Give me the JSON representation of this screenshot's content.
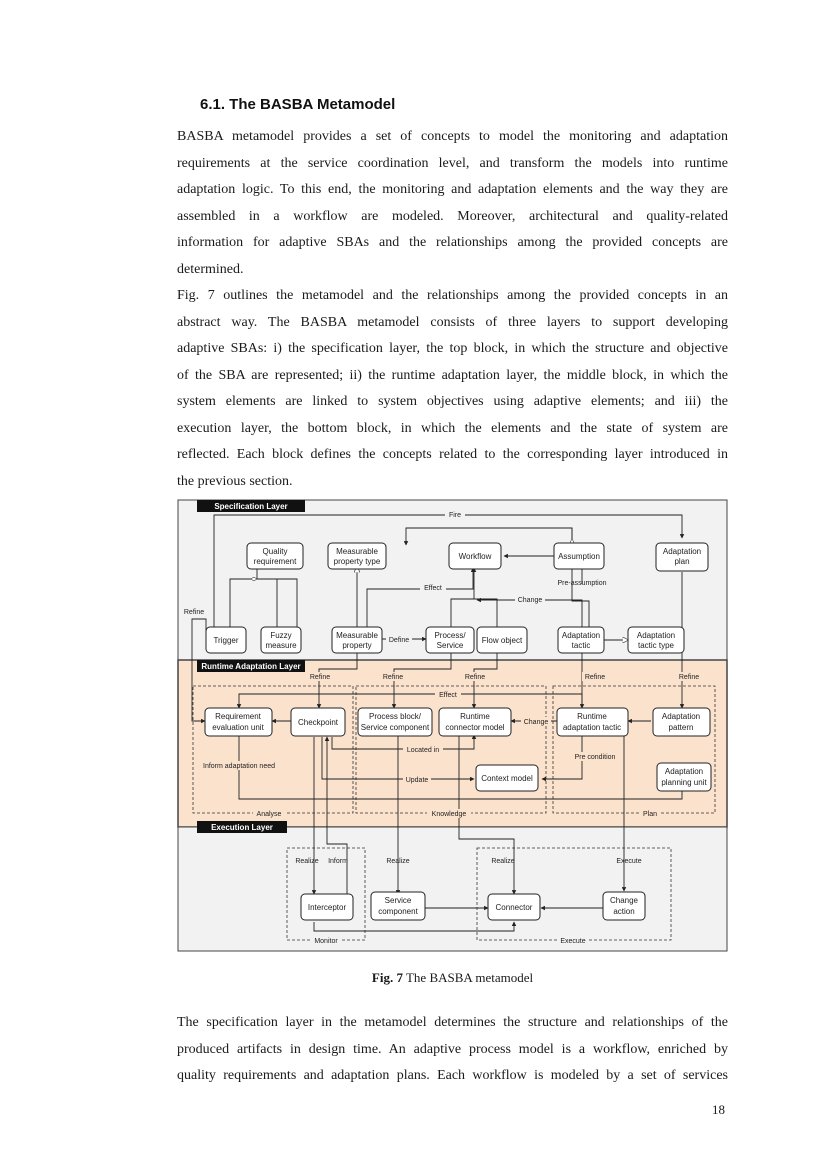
{
  "section": {
    "heading": "6.1. The BASBA Metamodel"
  },
  "paragraph1": [
    "BASBA metamodel provides a set of concepts to model the monitoring and adaptation",
    "requirements at the service coordination level, and transform the models into runtime",
    "adaptation logic. To this end, the monitoring and adaptation elements and the way they are",
    "assembled in a workflow are modeled. Moreover, architectural and quality-related",
    "information for adaptive SBAs and the relationships among the provided concepts are",
    "determined."
  ],
  "paragraph2": [
    "Fig. 7 outlines the metamodel and the relationships among the provided concepts in an",
    "abstract way. The BASBA metamodel consists of three layers to support developing",
    "adaptive SBAs: i) the specification layer, the top block, in which the structure and objective",
    "of the SBA are represented; ii) the runtime adaptation layer, the middle block, in which the",
    "system elements are linked to system objectives using adaptive elements; and iii) the",
    "execution layer, the bottom block, in which the elements and the state of system are",
    "reflected. Each block defines the concepts related to the corresponding layer introduced in",
    "the previous section."
  ],
  "figure": {
    "layers": {
      "spec": "Specification Layer",
      "runtime": "Runtime Adaptation Layer",
      "exec": "Execution Layer"
    },
    "nodes": {
      "quality_req": [
        "Quality",
        "requirement"
      ],
      "measurable_type": [
        "Measurable",
        "property type"
      ],
      "workflow": [
        "Workflow"
      ],
      "assumption": [
        "Assumption"
      ],
      "adaptation_plan": [
        "Adaptation",
        "plan"
      ],
      "trigger": [
        "Trigger"
      ],
      "fuzzy": [
        "Fuzzy",
        "measure"
      ],
      "measurable_prop": [
        "Measurable",
        "property"
      ],
      "process_service": [
        "Process/",
        "Service"
      ],
      "flow_object": [
        "Flow object"
      ],
      "adaptation_tactic": [
        "Adaptation",
        "tactic"
      ],
      "tactic_type": [
        "Adaptation",
        "tactic type"
      ],
      "req_eval": [
        "Requirement",
        "evaluation unit"
      ],
      "checkpoint": [
        "Checkpoint"
      ],
      "process_block": [
        "Process block/",
        "Service component"
      ],
      "runtime_connector": [
        "Runtime",
        "connector model"
      ],
      "runtime_tactic": [
        "Runtime",
        "adaptation tactic"
      ],
      "adaptation_pattern": [
        "Adaptation",
        "pattern"
      ],
      "context_model": [
        "Context model"
      ],
      "planning_unit": [
        "Adaptation",
        "planning unit"
      ],
      "interceptor": [
        "Interceptor"
      ],
      "service_component": [
        "Service",
        "component"
      ],
      "connector": [
        "Connector"
      ],
      "change_action": [
        "Change",
        "action"
      ]
    },
    "edge_labels": {
      "fire": "Fire",
      "refine_left": "Refine",
      "effect_top": "Effect",
      "change_top": "Change",
      "pre_assumption": "Pre-assumption",
      "define": "Define",
      "refine1": "Refine",
      "refine2": "Refine",
      "refine3": "Refine",
      "refine4": "Refine",
      "refine5": "Refine",
      "effect_mid": "Effect",
      "change_mid": "Change",
      "located_in": "Located in",
      "update": "Update",
      "pre_condition": "Pre condition",
      "inform_need": "Inform adaptation need",
      "analyse": "Analyse",
      "knowledge": "Knowledge",
      "plan": "Plan",
      "realize1": "Realize",
      "inform": "Inform",
      "realize2": "Realize",
      "realize3": "Realize",
      "execute": "Execute",
      "monitor": "Monitor",
      "execute_group": "Execute"
    },
    "caption_bold": "Fig. 7",
    "caption_text": " The BASBA metamodel"
  },
  "paragraph3": [
    "The specification layer in the metamodel determines the structure and relationships of the",
    "produced artifacts in design time. An adaptive process model is a workflow, enriched by",
    "quality requirements and adaptation plans. Each workflow is modeled by a set of services"
  ],
  "page_number": "18",
  "colors": {
    "spec_bg": "#f2f2f2",
    "runtime_bg": "#fbe2cd",
    "exec_bg": "#f2f2f2",
    "label_bg": "#111111"
  }
}
